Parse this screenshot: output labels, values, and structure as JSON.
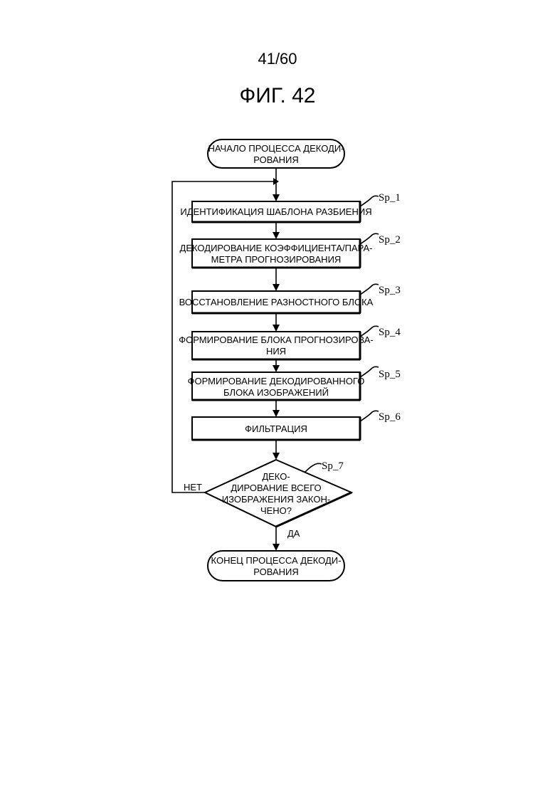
{
  "page_number": "41/60",
  "figure_title": "ФИГ. 42",
  "start": [
    "НАЧАЛО ПРОЦЕССА ДЕКОДИ-",
    "РОВАНИЯ"
  ],
  "steps": [
    {
      "id": "Sp_1",
      "lines": [
        "ИДЕНТИФИКАЦИЯ ШАБЛОНА РАЗБИЕНИЯ"
      ]
    },
    {
      "id": "Sp_2",
      "lines": [
        "ДЕКОДИРОВАНИЕ КОЭФФИЦИЕНТА/ПАРА-",
        "МЕТРА ПРОГНОЗИРОВАНИЯ"
      ]
    },
    {
      "id": "Sp_3",
      "lines": [
        "ВОССТАНОВЛЕНИЕ РАЗНОСТНОГО БЛОКА"
      ]
    },
    {
      "id": "Sp_4",
      "lines": [
        "ФОРМИРОВАНИЕ БЛОКА ПРОГНОЗИРОВА-",
        "НИЯ"
      ]
    },
    {
      "id": "Sp_5",
      "lines": [
        "ФОРМИРОВАНИЕ ДЕКОДИРОВАННОГО",
        "БЛОКА ИЗОБРАЖЕНИЙ"
      ]
    },
    {
      "id": "Sp_6",
      "lines": [
        "ФИЛЬТРАЦИЯ"
      ]
    }
  ],
  "decision": {
    "id": "Sp_7",
    "lines": [
      "ДЕКО-",
      "ДИРОВАНИЕ ВСЕГО",
      "ИЗОБРАЖЕНИЯ ЗАКОН-",
      "ЧЕНО?"
    ],
    "no_label": "НЕТ",
    "yes_label": "ДА"
  },
  "end": [
    "КОНЕЦ ПРОЦЕССА ДЕКОДИ-",
    "РОВАНИЯ"
  ]
}
